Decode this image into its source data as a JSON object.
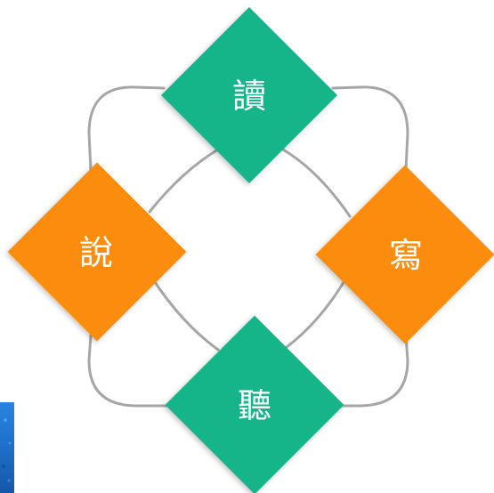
{
  "diagram": {
    "nodes": {
      "top": {
        "label": "讀"
      },
      "left": {
        "label": "說"
      },
      "right": {
        "label": "寫"
      },
      "bottom": {
        "label": "聽"
      }
    },
    "colors": {
      "green": "#17b489",
      "orange": "#fb8c0a",
      "connector": "#a6a6a6",
      "edge_strip": "#1e6fc8"
    }
  }
}
